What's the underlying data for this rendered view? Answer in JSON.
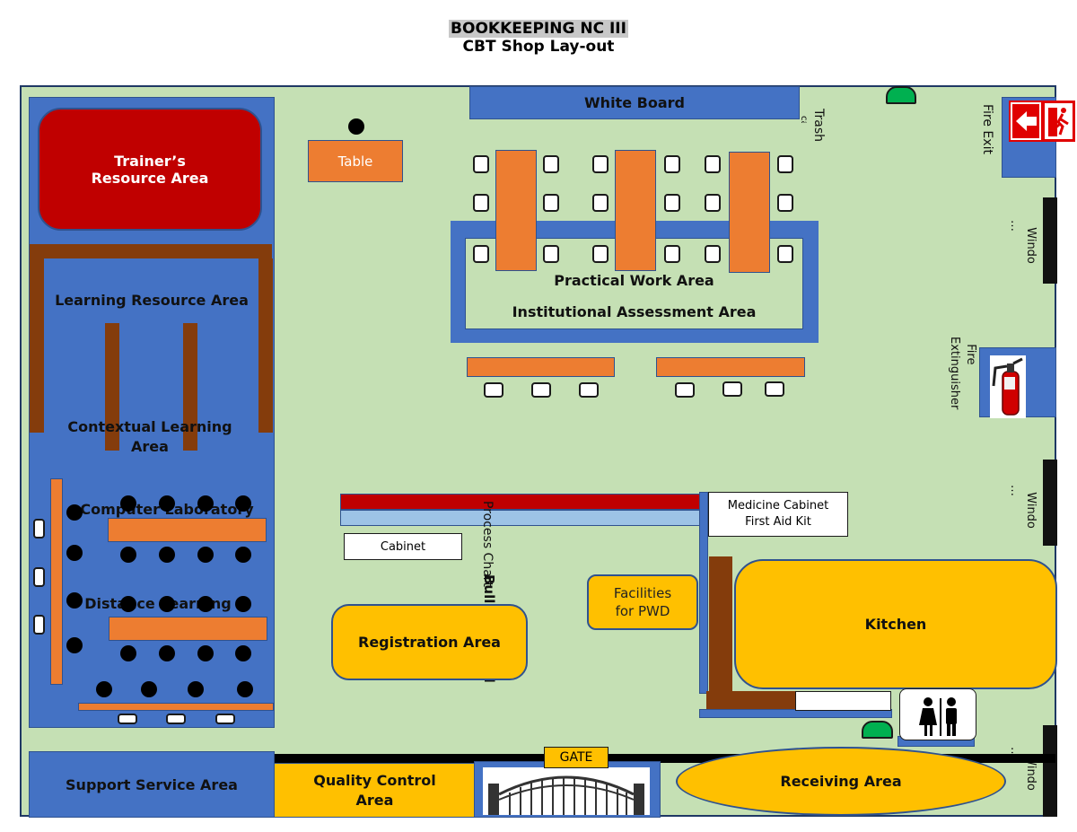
{
  "header": {
    "title": "BOOKKEEPING NC III",
    "subtitle": "CBT Shop Lay-out"
  },
  "areas": {
    "white_board": "White Board",
    "trash": "Trash",
    "trash_under": "can",
    "fire_exit": "Fire Exit",
    "table": "Table",
    "trainer": "Trainer’s\nResource Area",
    "learning_resource": "Learning Resource Area",
    "contextual": "Contextual Learning\nArea",
    "computer_lab": "Computer Laboratory",
    "distance": "Distance Learning",
    "practical": "Practical Work Area",
    "institutional": "Institutional Assessment Area",
    "window1": "Windo\n…",
    "window2": "Windo\n…",
    "window3": "Windo\n…",
    "fire_extinguisher": "Fire\nExtinguisher",
    "process_chart": "Process Chart",
    "bulletin_board": "Bulletin Board",
    "medicine": "Medicine Cabinet\nFirst Aid Kit",
    "cabinet": "Cabinet",
    "facilities_pwd": "Facilities\nfor PWD",
    "kitchen": "Kitchen",
    "registration": "Registration Area",
    "support": "Support Service Area",
    "quality": "Quality Control\nArea",
    "gate": "GATE",
    "receiving": "Receiving Area"
  },
  "colors": {
    "floor": "#c5e0b4",
    "blue": "#4472c4",
    "red": "#c00000",
    "orange": "#ed7d31",
    "brown": "#843c0c",
    "gold": "#ffc000",
    "green": "#00b050",
    "black": "#000000"
  },
  "icons": [
    "fire-exit-sign-icon",
    "fire-extinguisher-icon",
    "restroom-icon",
    "gate-arch-icon",
    "dustbin-icon"
  ]
}
